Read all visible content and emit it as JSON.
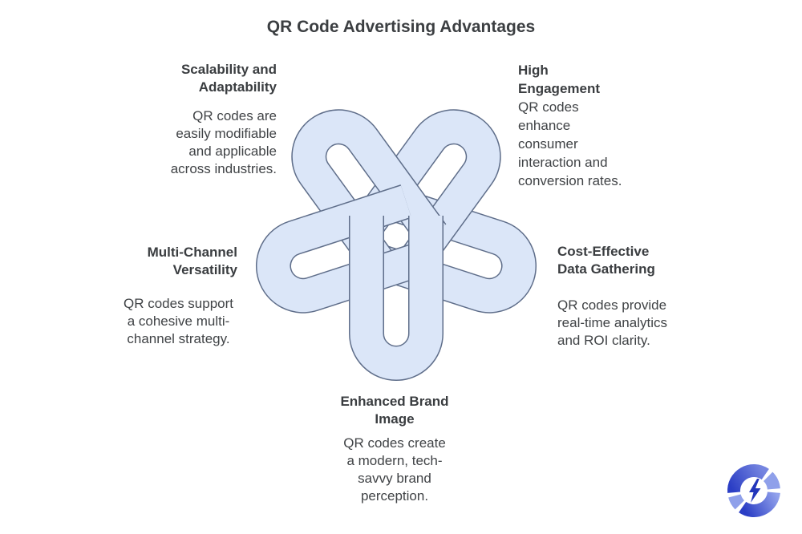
{
  "title": "QR Code Advertising Advantages",
  "center_graphic": {
    "type": "pentagonal-interlocking-knot",
    "fill_color": "#dbe6f8",
    "outline_color": "#5f6e8a"
  },
  "advantages": [
    {
      "id": "scalability",
      "heading": "Scalability and\nAdaptability",
      "body": "QR codes are\neasily modifiable\nand applicable\nacross industries."
    },
    {
      "id": "engagement",
      "heading": "High\nEngagement",
      "body": "QR codes\nenhance\nconsumer\ninteraction and\nconversion rates."
    },
    {
      "id": "multichannel",
      "heading": "Multi-Channel\nVersatility",
      "body": "QR codes support\na cohesive multi-\nchannel strategy."
    },
    {
      "id": "cost",
      "heading": "Cost-Effective\nData Gathering",
      "body": "QR codes provide\nreal-time analytics\nand ROI clarity."
    },
    {
      "id": "brand",
      "heading": "Enhanced Brand\nImage",
      "body": "QR codes create\na modern, tech-\nsavvy brand\nperception."
    }
  ],
  "logo": {
    "icon": "pinwheel-lightning-bolt",
    "colors": {
      "dark_blue": "#2b3ec5",
      "medium_blue": "#7585e0",
      "light_blue": "#8fa0ea",
      "bolt_blue": "#2336bb"
    }
  },
  "text_color": "#3e4245",
  "background_color": "#ffffff"
}
